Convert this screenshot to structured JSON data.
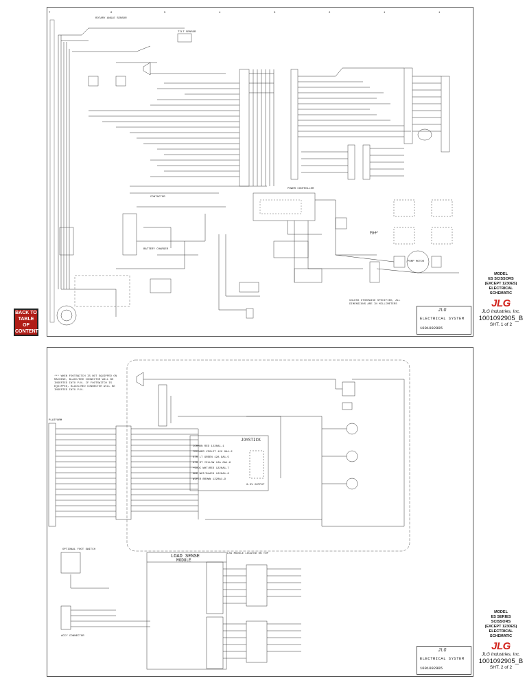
{
  "sheets": [
    {
      "title_block": {
        "title": "ELECTRICAL SYSTEM",
        "number": "1001092905"
      },
      "side_panel": {
        "model_lines": [
          "MODEL",
          "ES SCISSORS",
          "(EXCEPT 1230ES)",
          "ELECTRICAL",
          "SCHEMATIC"
        ],
        "company": "JLG Industries, Inc.",
        "doc_number": "1001092905_B",
        "sheet": "SHT. 1 of 2"
      },
      "components": [
        "PUMP MOTOR",
        "LIFT",
        "CONTACTOR",
        "BATTERY CHARGER",
        "ROTARY ANGLE SENSOR"
      ]
    },
    {
      "title_block": {
        "title": "ELECTRICAL SYSTEM",
        "number": "1001092905"
      },
      "side_panel": {
        "model_lines": [
          "MODEL",
          "ES SERIES",
          "SCISSORS",
          "(EXCEPT 1230ES)",
          "ELECTRICAL",
          "SCHEMATIC"
        ],
        "company": "JLG Industries, Inc.",
        "doc_number": "1001092905_B",
        "sheet": "SHT. 2 of 2"
      },
      "joystick": {
        "title": "JOYSTICK",
        "wires": [
          "COMMON RED 1220A1-1",
          "TRIGGER VIOLET 122 GA1-2",
          "STR LT GREEN 12A GA1-5",
          "STR RT YELLOW 12A GA1-6",
          "+5VDC WHT/RED 1220A1-7",
          "GND WHT/BLACK 1220A1-8",
          "WIPER BROWN 1220A1-9"
        ],
        "output_label": "0-5V OUTPUT"
      },
      "load_sense": {
        "title": "LOAD SENSE",
        "subtitle": "MODULE"
      },
      "notes": {
        "footswitch": "*** WHEN FOOTSWITCH IS NOT EQUIPPED ON MACHINE, BLACK/RED CONNECTOR WILL BE INSERTED INTO P/N. IF FOOTSWITCH IS EQUIPPED, BLACK/RED CONNECTOR WILL BE INSERTED INTO P/N.",
        "lss": "LSS MODULE LOCATED ON TOP"
      },
      "connectors": {
        "optional_footswitch": "OPTIONAL FOOT SWITCH",
        "accessory": "ACCY CONNECTOR",
        "platform": "PLATFORM"
      }
    }
  ],
  "back_button": {
    "lines": [
      "BACK TO",
      "TABLE OF",
      "CONTENTS"
    ]
  },
  "grid": {
    "columns": [
      "8",
      "7",
      "6",
      "5",
      "4",
      "3",
      "2",
      "1"
    ]
  }
}
